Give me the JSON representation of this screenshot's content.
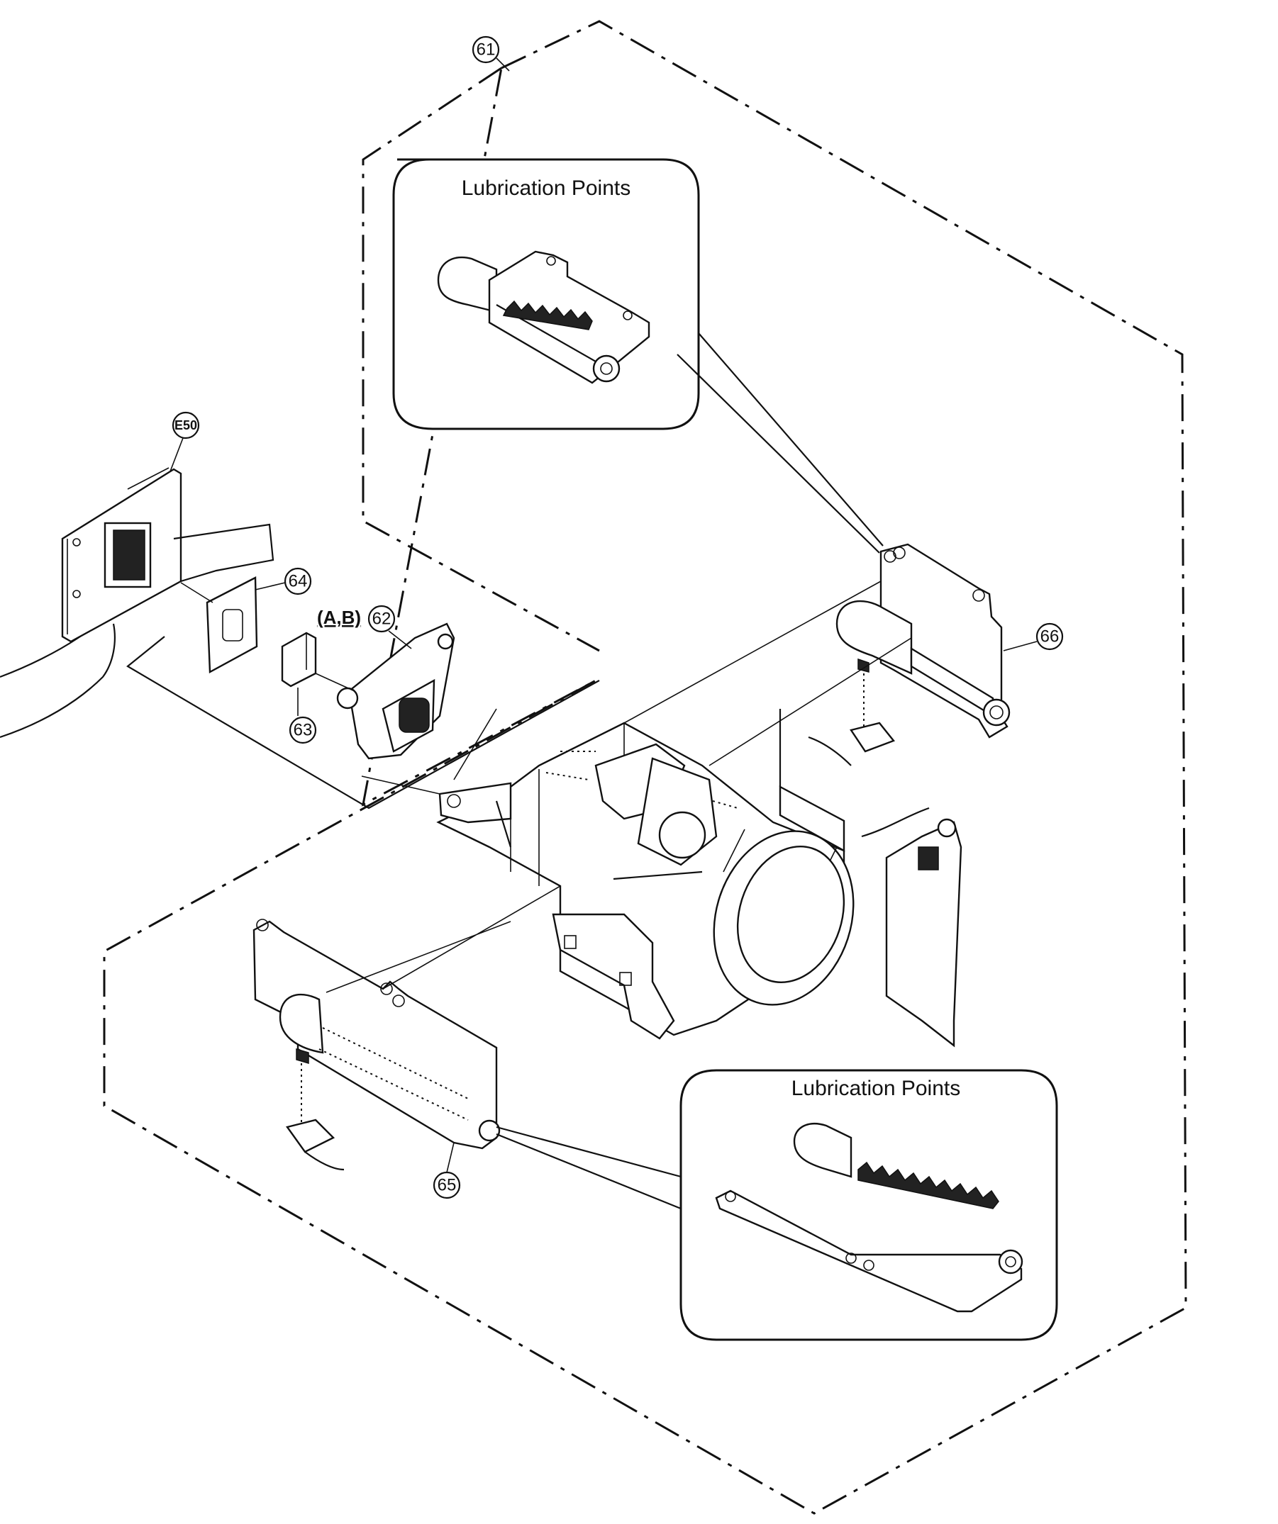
{
  "callouts": {
    "c61": "61",
    "cE50": "E50",
    "c62": "62",
    "c63": "63",
    "c64": "64",
    "c65": "65",
    "c66": "66"
  },
  "note_ab": "(A,B)",
  "lube_top": {
    "title": "Lubrication Points"
  },
  "lube_bottom": {
    "title": "Lubrication Points"
  }
}
